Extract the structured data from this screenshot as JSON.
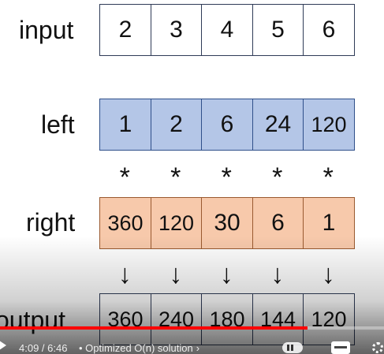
{
  "slide": {
    "rows": [
      {
        "key": "input",
        "label": "input",
        "values": [
          "2",
          "3",
          "4",
          "5",
          "6"
        ]
      },
      {
        "key": "left",
        "label": "left",
        "values": [
          "1",
          "2",
          "6",
          "24",
          "120"
        ]
      },
      {
        "key": "right",
        "label": "right",
        "values": [
          "360",
          "120",
          "30",
          "6",
          "1"
        ]
      },
      {
        "key": "output",
        "label": "output",
        "values": [
          "360",
          "240",
          "180",
          "144",
          "120"
        ]
      }
    ],
    "multiply_symbols": [
      "*",
      "*",
      "*",
      "*",
      "*"
    ],
    "arrow_symbols": [
      "↓",
      "↓",
      "↓",
      "↓",
      "↓"
    ],
    "colors": {
      "left_fill": "#b4c6e7",
      "right_fill": "#f7c9ab",
      "progress": "#ff0000"
    }
  },
  "player": {
    "time": "4:09 / 6:46",
    "chapter": "Optimized O(n) solution",
    "progress_fraction": 0.8,
    "icons": [
      "play-icon",
      "autoplay-toggle-icon",
      "captions-icon",
      "settings-icon"
    ]
  }
}
